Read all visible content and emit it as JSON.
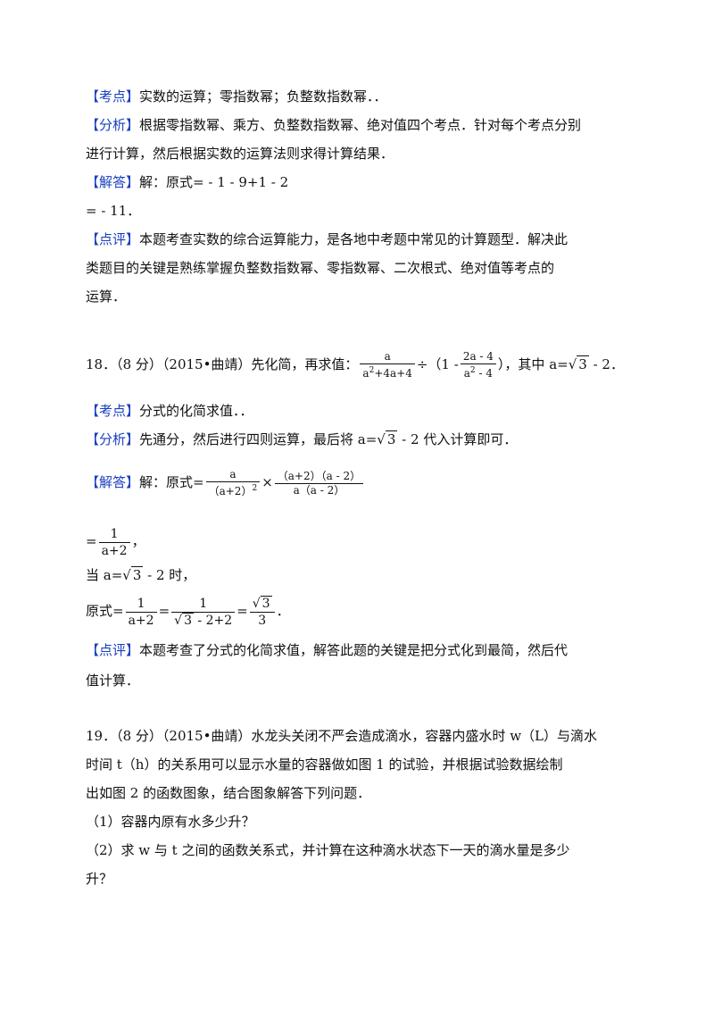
{
  "q17": {
    "kaodian_tag": "【考点】",
    "kaodian_text": "实数的运算；零指数幂；负整数指数幂．．",
    "fenxi_tag": "【分析】",
    "fenxi_text1": "根据零指数幂、乘方、负整数指数幂、绝对值四个考点．针对每个考点分别",
    "fenxi_text2": "进行计算，然后根据实数的运算法则求得计算结果．",
    "jieda_tag": "【解答】",
    "jieda_text": "解：原式= - 1 - 9+1 - 2",
    "jieda_line2": "= - 11．",
    "dianping_tag": "【点评】",
    "dianping_text1": "本题考查实数的综合运算能力，是各地中考题中常见的计算题型．解决此",
    "dianping_text2": "类题目的关键是熟练掌握负整数指数幂、零指数幂、二次根式、绝对值等考点的",
    "dianping_text3": "运算．"
  },
  "q18": {
    "prefix": "18．（8 分）（2015•曲靖）先化简，再求值：",
    "f1_num": "a",
    "f1_den_a": "a",
    "f1_den_exp": "2",
    "f1_den_rest": "+4a+4",
    "div_open": "÷（1 -",
    "f2_num": "2a - 4",
    "f2_den_a": "a",
    "f2_den_exp": "2",
    "f2_den_rest": " - 4",
    "mid": "），其中 a=",
    "sqrt3": "3",
    "tail": " - 2．",
    "kaodian_tag": "【考点】",
    "kaodian_text": "分式的化简求值．．",
    "fenxi_tag": "【分析】",
    "fenxi_text_a": "先通分，然后进行四则运算，最后将 a=",
    "fenxi_sqrt": "3",
    "fenxi_text_b": " - 2 代入计算即可．",
    "jieda_tag": "【解答】",
    "jieda_pre": "解：原式=",
    "j_f1_num": "a",
    "j_f1_den": "（a+2）",
    "j_f1_exp": "2",
    "times": "×",
    "j_f2_num": "（a+2）（a - 2）",
    "j_f2_den": "a（a - 2）",
    "eq": "=",
    "r_num": "1",
    "r_den": "a+2",
    "r_comma": "，",
    "when_pre": "当 a=",
    "when_sqrt": "3",
    "when_post": " - 2 时，",
    "final_pre": "原式=",
    "fa_num": "1",
    "fa_den": "a+2",
    "eq2": "=",
    "fb_num": "1",
    "fb_sqrt": "3",
    "fb_den_rest": " - 2+2",
    "eq3": "=",
    "fc_sqrt": "3",
    "fc_den": "3",
    "period": "．",
    "dianping_tag": "【点评】",
    "dianping_text1": "本题考查了分式的化简求值，解答此题的关键是把分式化到最简，然后代",
    "dianping_text2": "值计算．"
  },
  "q19": {
    "line1": "19．（8 分）（2015•曲靖）水龙头关闭不严会造成滴水，容器内盛水时 w（L）与滴水",
    "line2": "时间 t（h）的关系用可以显示水量的容器做如图 1 的试验，并根据试验数据绘制",
    "line3": "出如图 2 的函数图象，结合图象解答下列问题．",
    "line4": "（1）容器内原有水多少升？",
    "line5": "（2）求 w 与 t 之间的函数关系式，并计算在这种滴水状态下一天的滴水量是多少",
    "line6": "升？"
  }
}
